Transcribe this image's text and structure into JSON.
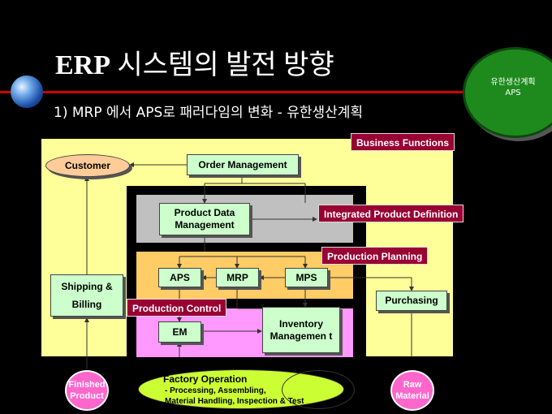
{
  "slide": {
    "title_prefix": "ERP",
    "title_rest": " 시스템의 발전 방향",
    "subtitle": "1)  MRP 에서 APS로 패러다임의 변화 - 유한생산계획",
    "badge_line1": "유한생산계획",
    "badge_line2": "APS"
  },
  "tags": {
    "business": "Business Functions",
    "integrated": "Integrated Product Definition",
    "planning": "Production Planning",
    "control": "Production Control"
  },
  "nodes": {
    "customer": "Customer",
    "order": "Order Management",
    "pdm": "Product Data Management",
    "aps": "APS",
    "mrp": "MRP",
    "mps": "MPS",
    "em": "EM",
    "inventory": "Inventory Managemen t",
    "shipping": "Shipping & Billing",
    "purchasing": "Purchasing",
    "finished": "Finished Product",
    "raw": "Raw Material"
  },
  "factory": {
    "title": "Factory Operation",
    "line1": "- Processing, Assembling,",
    "line2": "Material Handling, Inspection & Test"
  },
  "colors": {
    "panel": "#ffff99",
    "box": "#ccffcc",
    "tag": "#990033",
    "planning_zone": "#ffcc66",
    "control_zone": "#ff99ff",
    "pdm_zone": "#c0c0c0",
    "factory": "#ccff33",
    "circle": "#ff66cc",
    "badge": "#1e8a1e"
  }
}
